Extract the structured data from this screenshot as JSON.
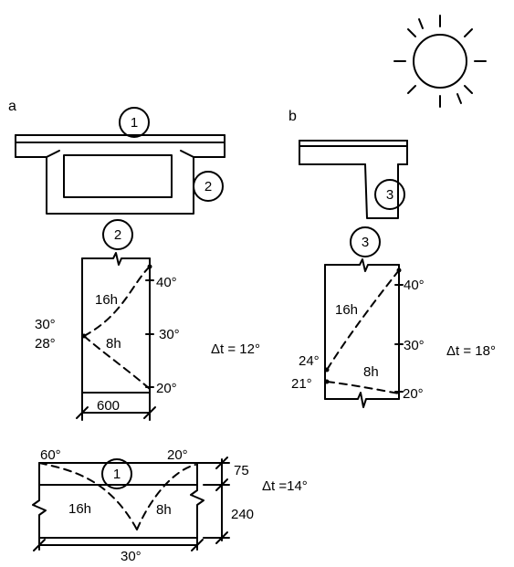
{
  "colors": {
    "ink": "#000000",
    "paper": "#ffffff"
  },
  "panel_labels": {
    "a": "a",
    "b": "b"
  },
  "markers": {
    "m1": "1",
    "m2": "2",
    "m3": "3"
  },
  "web_a": {
    "left_top": "30°",
    "left_bottom": "28°",
    "right_top": "40°",
    "right_mid": "30°",
    "right_bottom": "20°",
    "curve_16h": "16h",
    "curve_8h": "8h",
    "width": "600",
    "delta": "Δt = 12°"
  },
  "web_b": {
    "left_top": "24°",
    "left_bottom": "21°",
    "right_top": "40°",
    "right_mid": "30°",
    "right_bottom": "20°",
    "curve_16h": "16h",
    "curve_8h": "8h",
    "delta": "Δt = 18°"
  },
  "slab": {
    "left_top": "60°",
    "right_top": "20°",
    "bottom_mid": "30°",
    "curve_16h": "16h",
    "curve_8h": "8h",
    "dim_top": "75",
    "dim_total": "240",
    "delta": "Δt =14°"
  }
}
